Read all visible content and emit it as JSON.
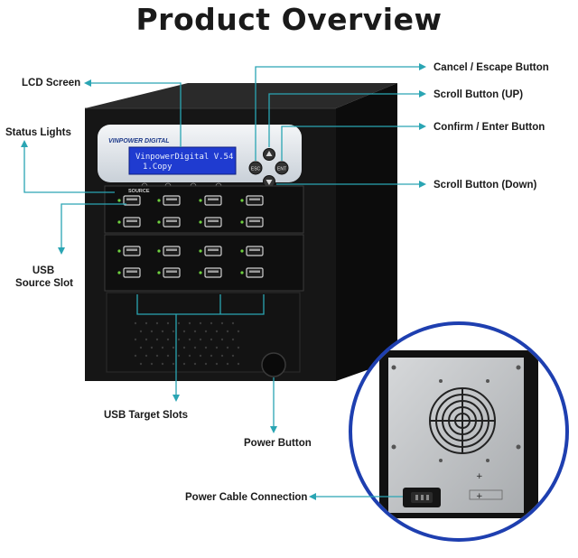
{
  "title": "Product Overview",
  "labels": {
    "lcd_screen": "LCD Screen",
    "status_lights": "Status Lights",
    "usb_source_line1": "USB",
    "usb_source_line2": "Source Slot",
    "usb_target_slots": "USB Target Slots",
    "power_button": "Power Button",
    "power_cable": "Power Cable Connection",
    "cancel_escape": "Cancel / Escape Button",
    "scroll_up": "Scroll Button (UP)",
    "confirm_enter": "Confirm / Enter Button",
    "scroll_down": "Scroll Button (Down)"
  },
  "device": {
    "brand": "VINPOWER DIGITAL",
    "lcd_line1": "VinpowerDigital  V.54",
    "lcd_line2": "1.Copy",
    "source_label": "SOURCE",
    "btn_esc": "ESC",
    "btn_ent": "ENT"
  },
  "colors": {
    "callout": "#2aa5b3",
    "chassis": "#141414",
    "lcd": "#1f3bd0",
    "led": "#6fd13f",
    "inset_ring": "#1e3fb0"
  }
}
